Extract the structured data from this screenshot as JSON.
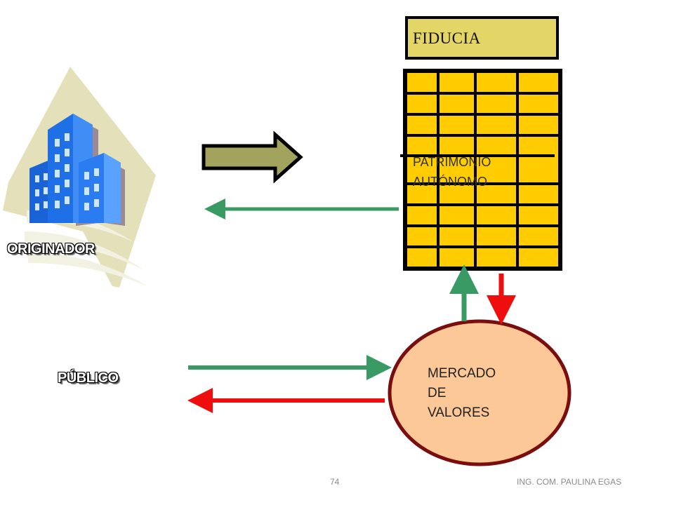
{
  "fiducia": {
    "label": "FIDUCIA",
    "fill": "#e3d667"
  },
  "patrimonio": {
    "line1": "PATRIMONIO",
    "line2": "AUTÓNOMO",
    "fill": "#ffcc00"
  },
  "originador": {
    "label": "ORIGINADOR",
    "icon": "office-buildings-icon"
  },
  "publico": {
    "label": "PÚBLICO"
  },
  "mercado": {
    "line1": "MERCADO",
    "line2": "DE",
    "line3": "VALORES",
    "fill": "#fdc897",
    "stroke": "#7a0d0d"
  },
  "colors": {
    "green_arrow": "#3a9a63",
    "red_arrow": "#ee0e0e",
    "block_arrow": "#a3a35e"
  },
  "footer": {
    "page": "74",
    "author": "ING. COM. PAULINA EGAS"
  }
}
